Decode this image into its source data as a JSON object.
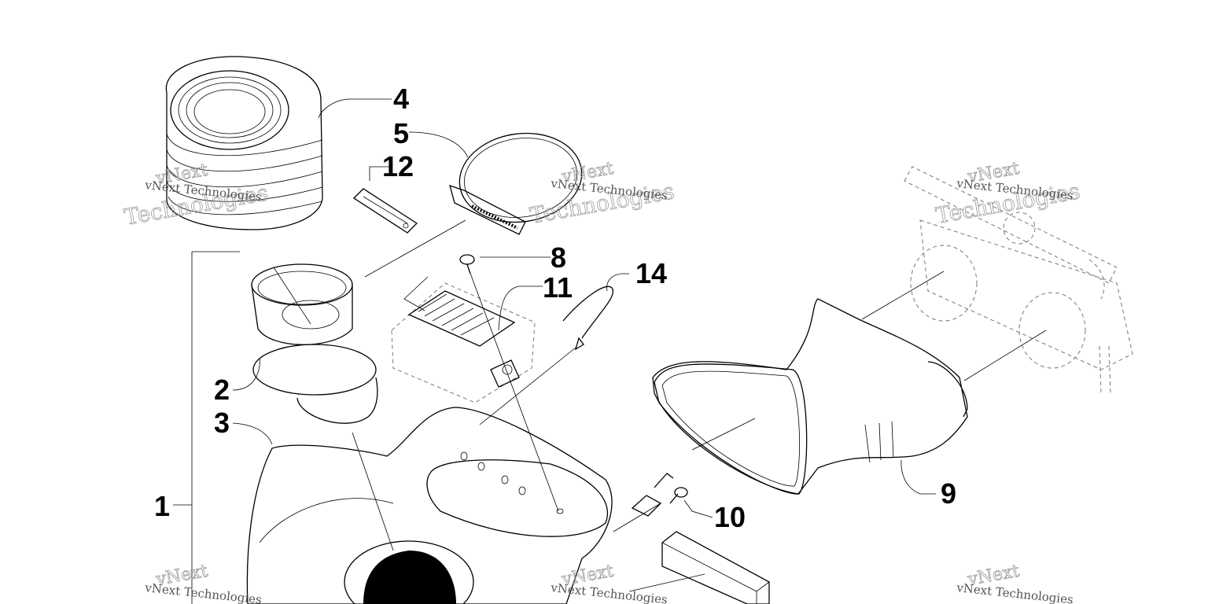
{
  "callouts": [
    {
      "id": "1",
      "label": "1"
    },
    {
      "id": "2",
      "label": "2"
    },
    {
      "id": "3",
      "label": "3"
    },
    {
      "id": "4",
      "label": "4"
    },
    {
      "id": "5",
      "label": "5"
    },
    {
      "id": "8",
      "label": "8"
    },
    {
      "id": "9",
      "label": "9"
    },
    {
      "id": "10",
      "label": "10"
    },
    {
      "id": "11",
      "label": "11"
    },
    {
      "id": "12",
      "label": "12"
    },
    {
      "id": "14",
      "label": "14"
    }
  ],
  "watermark": {
    "brand": "vNext",
    "word": "Technologies",
    "full": "vNext Technologies"
  }
}
